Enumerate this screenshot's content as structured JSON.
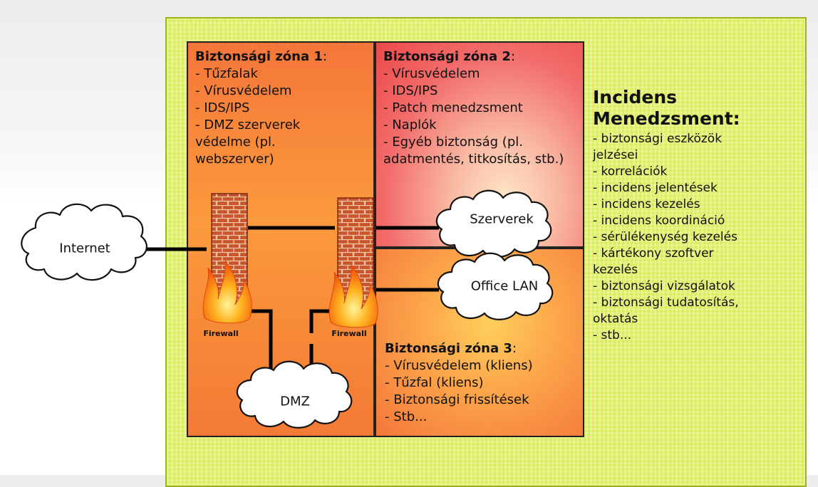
{
  "zone1": {
    "title": "Biztonsági zóna 1",
    "items": [
      "- Tűzfalak",
      "- Vírusvédelem",
      "- IDS/IPS",
      "- DMZ szerverek védelme (pl. webszerver)"
    ]
  },
  "zone2": {
    "title": "Biztonsági zóna 2",
    "items": [
      "- Vírusvédelem",
      "- IDS/IPS",
      "- Patch menedzsment",
      "- Naplók",
      "- Egyéb biztonság (pl. adatmentés, titkosítás, stb.)"
    ]
  },
  "zone3": {
    "title": "Biztonsági zóna 3",
    "items": [
      "- Vírusvédelem (kliens)",
      "- Tűzfal (kliens)",
      "- Biztonsági frissítések",
      "- Stb..."
    ]
  },
  "incident": {
    "title": "Incidens Menedzsment:",
    "items": [
      "- biztonsági eszközök jelzései",
      "- korrelációk",
      "- incidens jelentések",
      "- incidens kezelés",
      "- incidens koordináció",
      "- sérülékenység kezelés",
      "- kártékony szoftver kezelés",
      "- biztonsági vizsgálatok",
      "- biztonsági tudatosítás, oktatás",
      "- stb..."
    ]
  },
  "clouds": {
    "internet": "Internet",
    "servers": "Szerverek",
    "office": "Office LAN",
    "dmz": "DMZ"
  },
  "firewalls": {
    "left": "Firewall",
    "right": "Firewall"
  },
  "colors": {
    "panel": "#e3f27a",
    "zone1": "#f5763a",
    "zone2": "#ec4949",
    "zone3": "#fca84b",
    "brick": "#c9552c"
  }
}
